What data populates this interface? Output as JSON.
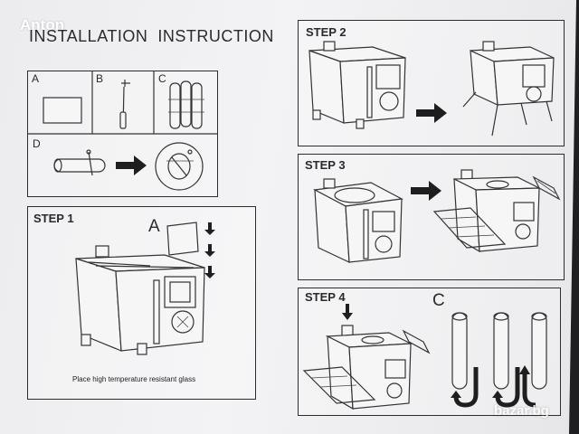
{
  "watermark": "Anton",
  "title": "INSTALLATION  INSTRUCTION",
  "parts": {
    "a_label": "A",
    "b_label": "B",
    "c_label": "C",
    "d_label": "D"
  },
  "step1": {
    "label": "STEP 1",
    "part_letter": "A",
    "caption": "Place high temperature resistant glass"
  },
  "step2": {
    "label": "STEP 2"
  },
  "step3": {
    "label": "STEP 3"
  },
  "step4": {
    "label": "STEP 4",
    "part_letter": "C"
  },
  "logo": {
    "text": "bazar.bg"
  },
  "colors": {
    "line": "#333333",
    "paper": "#efeff1",
    "background": "#1f1f22"
  }
}
